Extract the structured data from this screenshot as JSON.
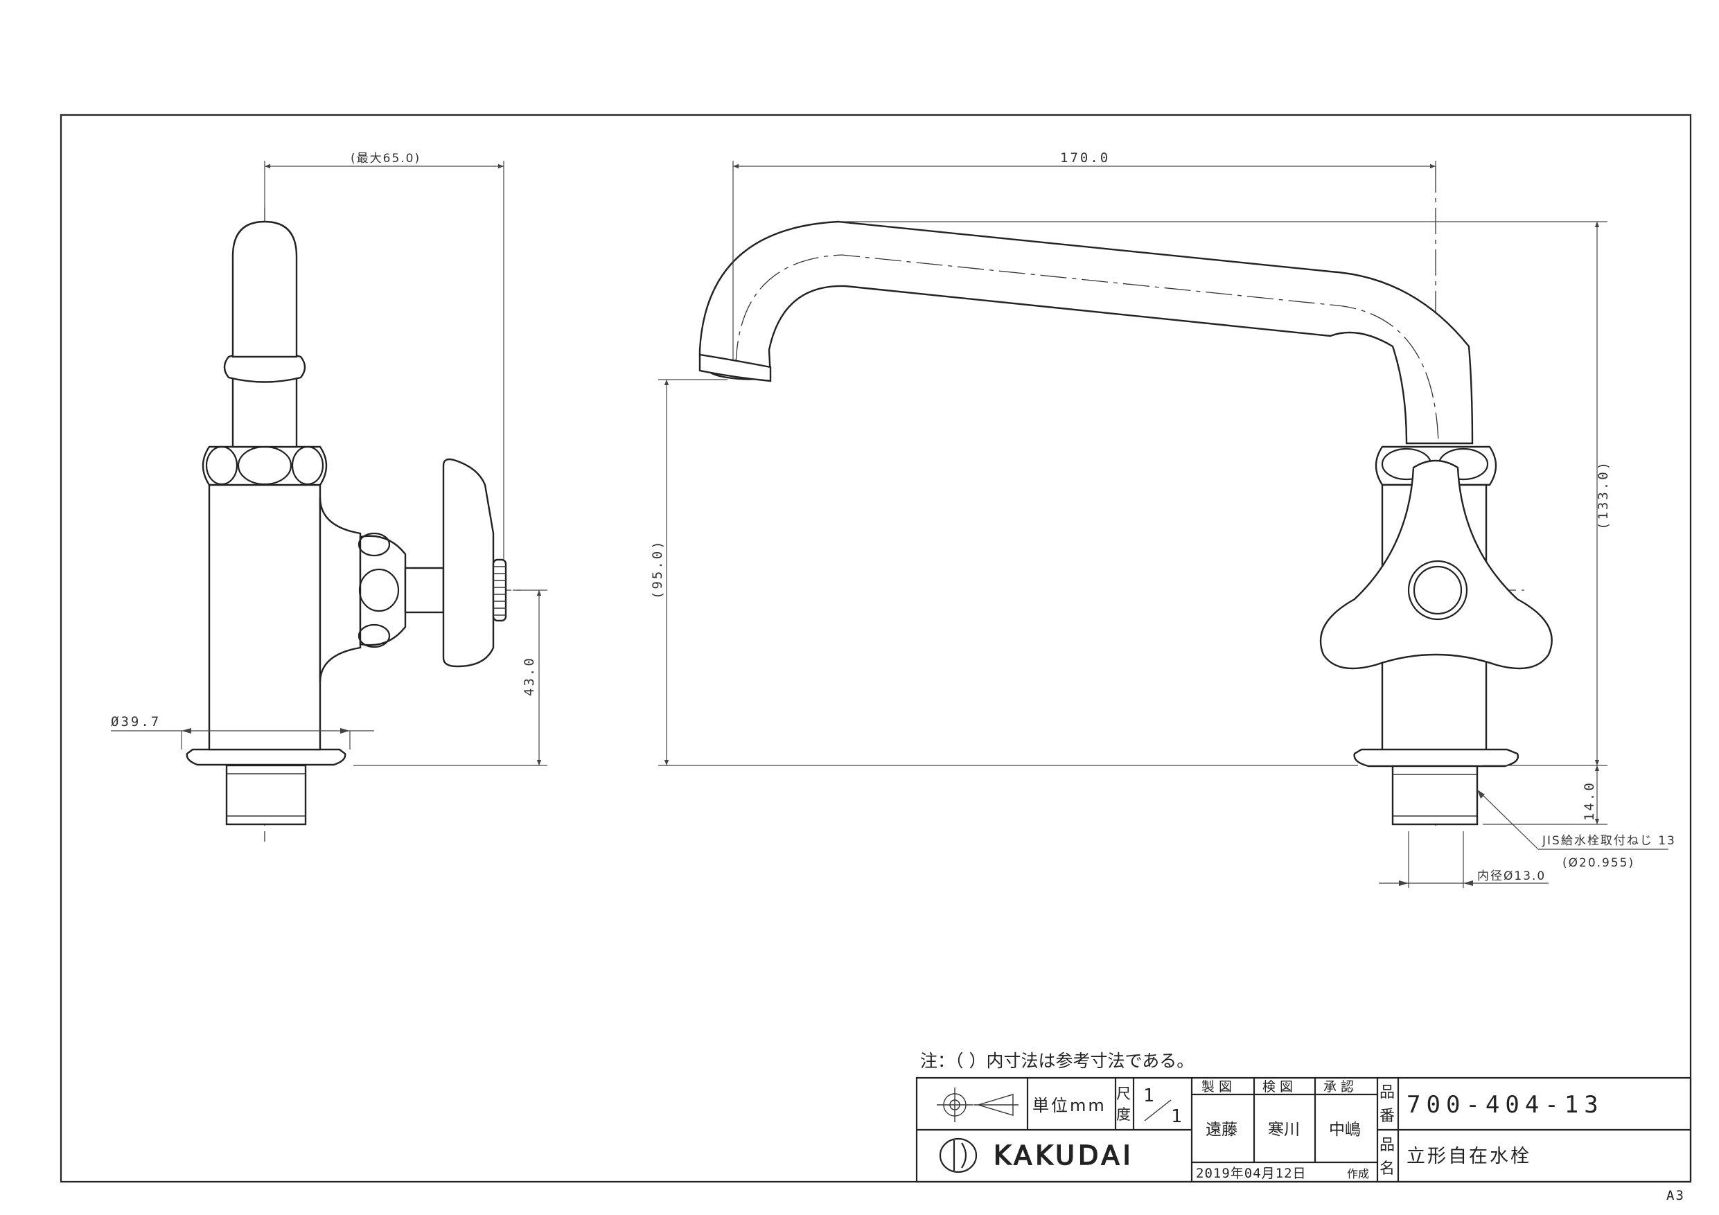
{
  "dimensions": {
    "max_width": "(最大65.0)",
    "spout_length": "170.0",
    "total_height": "(133.0)",
    "spout_height": "(95.0)",
    "handle_height": "43.0",
    "base_diameter": "Ø39.7",
    "thread_length": "14.0",
    "thread_spec": "JIS給水栓取付ねじ 13",
    "thread_diameter": "(Ø20.955)",
    "inner_diameter": "内径Ø13.0"
  },
  "title_block": {
    "note": "注：（  ）内寸法は参考寸法である。",
    "unit_label": "単位mm",
    "scale_label_1": "尺",
    "scale_label_2": "度",
    "scale_num": "1",
    "scale_den": "1",
    "drawn_label": "製 図",
    "checked_label": "検 図",
    "approved_label": "承 認",
    "drawn_by": "遠藤",
    "checked_by": "寒川",
    "approved_by": "中嶋",
    "part_no_label_1": "品",
    "part_no_label_2": "番",
    "part_no": "700-404-13",
    "name_label_1": "品",
    "name_label_2": "名",
    "product_name": "立形自在水栓",
    "date": "2019年04月12日",
    "date_suffix": "作成",
    "brand": "KAKUDAI",
    "sheet_size": "A3"
  },
  "icons": {
    "projection": "third-angle-projection-icon",
    "logo": "kakudai-logo-icon"
  }
}
